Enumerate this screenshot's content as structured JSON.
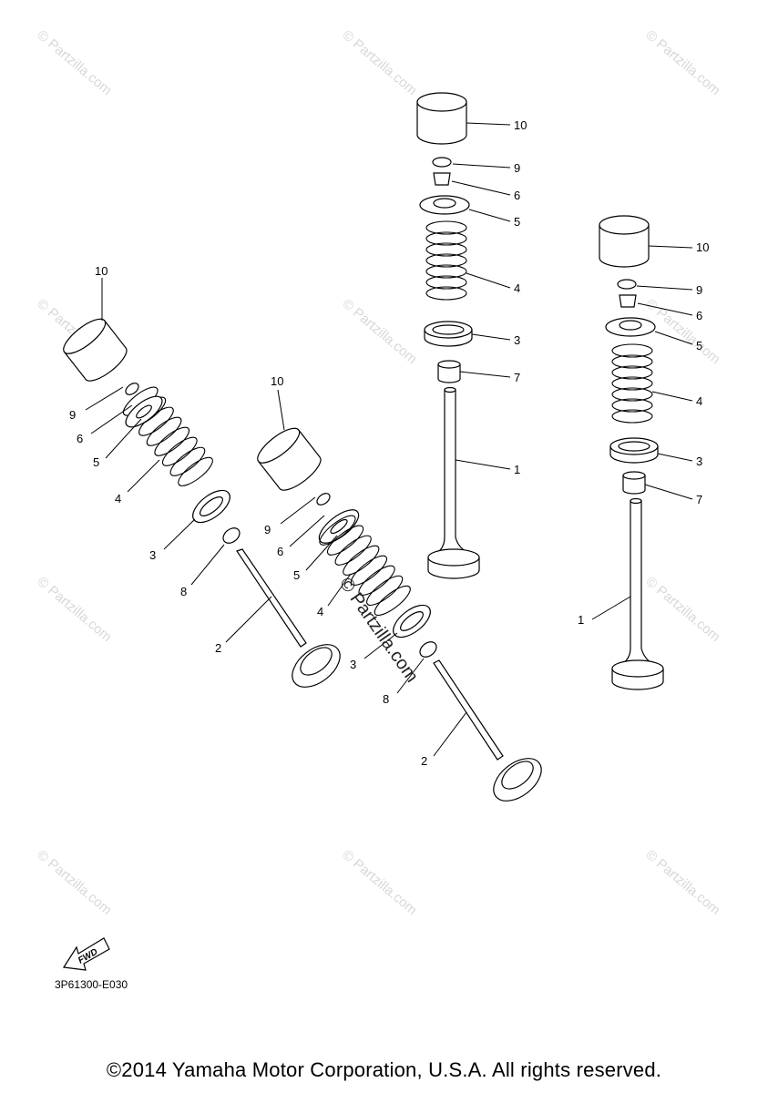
{
  "diagram": {
    "code": "3P61300-E030",
    "copyright": "©2014 Yamaha Motor Corporation, U.S.A. All rights reserved.",
    "fwd_label": "FWD",
    "watermark": "© Partzilla.com",
    "center_watermark": "© Partzilla.com"
  },
  "callouts": {
    "v1": [
      "10",
      "9",
      "6",
      "5",
      "4",
      "3",
      "7",
      "1"
    ],
    "v2": [
      "10",
      "9",
      "6",
      "5",
      "4",
      "3",
      "7",
      "1"
    ],
    "v3": [
      "10",
      "9",
      "6",
      "5",
      "4",
      "3",
      "8",
      "2"
    ],
    "v4": [
      "10",
      "9",
      "6",
      "5",
      "4",
      "3",
      "8",
      "2"
    ]
  }
}
